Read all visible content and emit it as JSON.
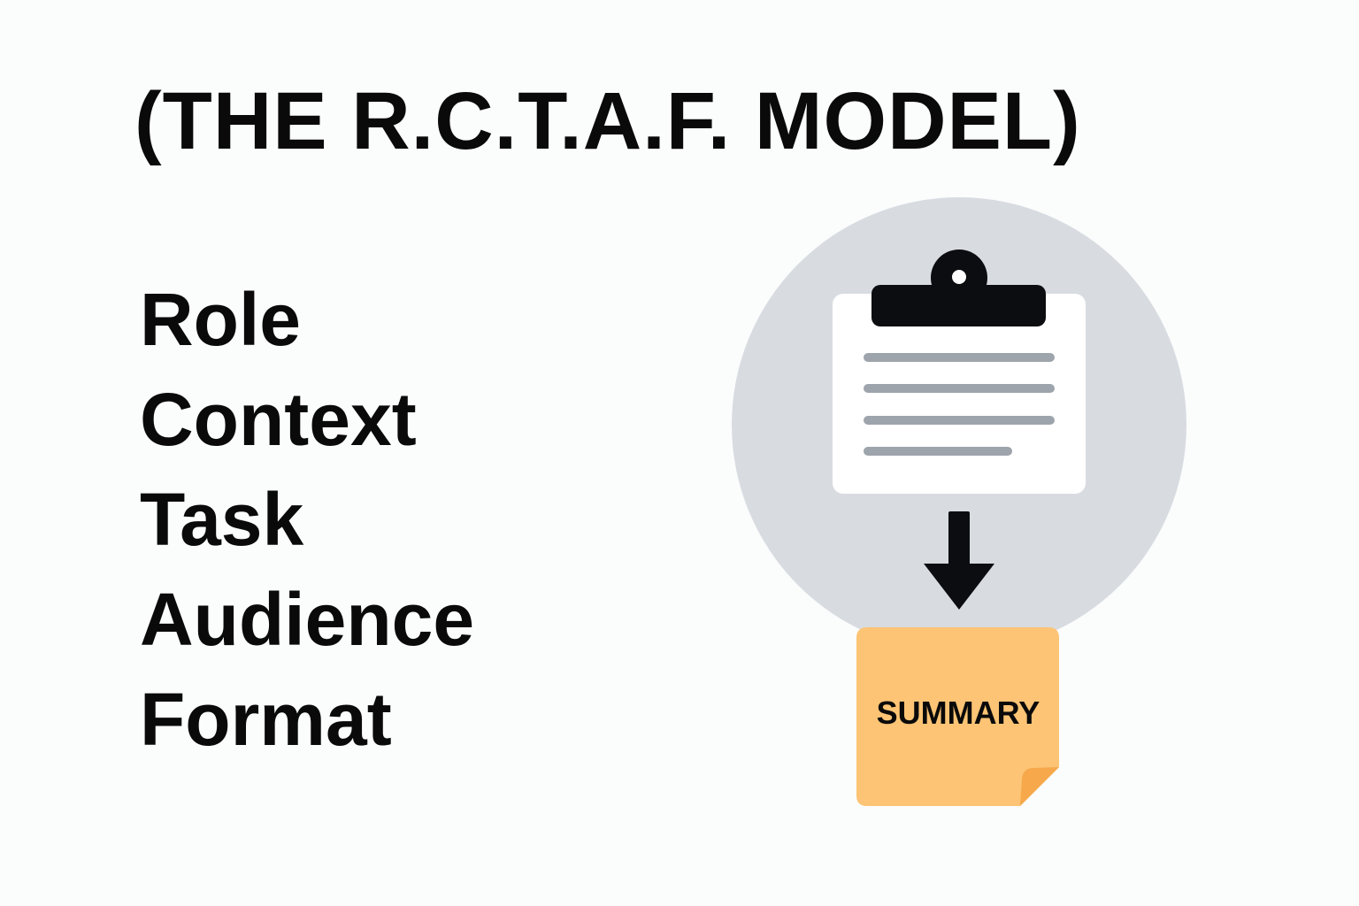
{
  "title": "(THE R.C.T.A.F. MODEL)",
  "items": [
    "Role",
    "Context",
    "Task",
    "Audience",
    "Format"
  ],
  "illustration": {
    "document_icon": "clipboard-icon",
    "arrow_icon": "arrow-down-icon",
    "note_icon": "sticky-note-icon",
    "note_label": "SUMMARY"
  },
  "colors": {
    "background": "#FBFCFC",
    "text": "#0A0A0A",
    "circle": "#D8DCE1",
    "clipboard_paper": "#FFFFFF",
    "clipboard_clip": "#0C0D10",
    "text_lines": "#9EA4AC",
    "note": "#FCC474",
    "note_fold": "#F6A84A"
  }
}
